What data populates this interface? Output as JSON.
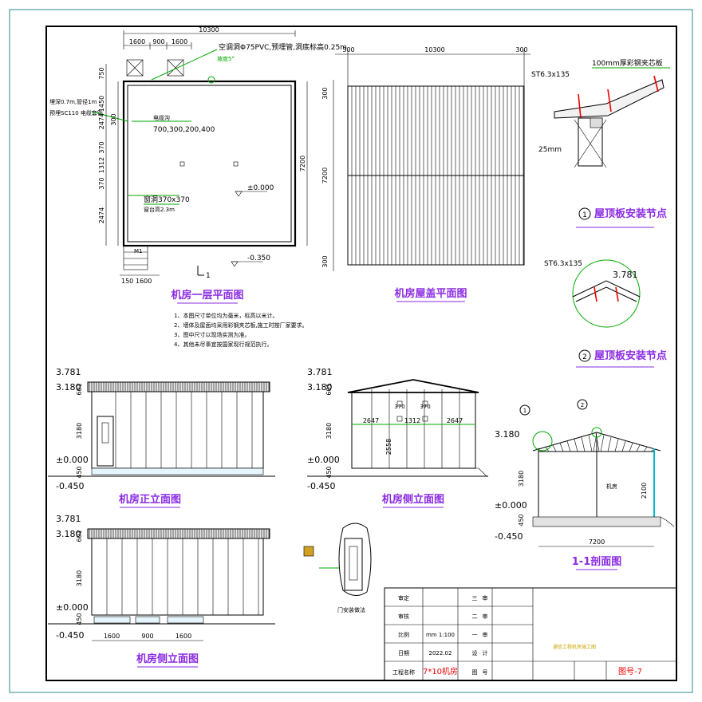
{
  "plan": {
    "title": "机房一层平面图",
    "dim_total": "10300",
    "dim_segments": [
      "1600",
      "900",
      "1600"
    ],
    "dim_left": [
      "750",
      "1450",
      "300",
      "2474",
      "370",
      "1312",
      "370",
      "2474"
    ],
    "dim_right": "7200",
    "dim_bottom": [
      "150",
      "1600"
    ],
    "note_pipe": "空调洞Φ75PVC,预埋管,洞底标高0.25m",
    "note_slope": "坡度5°",
    "note_left1": "埋深0.7m,管径1m",
    "note_left2": "预埋SC110 电缆套管",
    "note_pit1": "电缆沟",
    "note_pit2": "700,300,200,400",
    "note_opening1": "窗洞370x370",
    "note_opening2": "窗台高2.3m",
    "level_zero": "±0.000",
    "level_minus": "-0.350",
    "section_mark": "1",
    "door_mark": "M1"
  },
  "roof_plan": {
    "title": "机房屋盖平面图",
    "dim_left": "300",
    "dim_mid": "10300",
    "dim_right": "300",
    "dim_v": [
      "300",
      "7200",
      "300"
    ]
  },
  "notes": {
    "items": [
      "1、本图尺寸单位均为毫米，标高以米计。",
      "2、墙体及屋面均采用彩钢夹芯板,施工时按厂家要求。",
      "3、图中尺寸以现场实测为准。",
      "4、其他未尽事宜按国家现行规范执行。"
    ]
  },
  "detail1": {
    "title": "屋顶板安装节点",
    "num": "1",
    "label_top": "100mm厚彩钢夹芯板",
    "screw": "ST6.3x135",
    "label_bot": "25mm"
  },
  "detail2": {
    "title": "屋顶板安装节点",
    "num": "2",
    "screw": "ST6.3x135",
    "elev": "3.781"
  },
  "front_elev": {
    "title": "机房正立面图",
    "levels": [
      "3.781",
      "3.180",
      "±0.000",
      "-0.450"
    ],
    "dims": [
      "601",
      "3180",
      "450"
    ]
  },
  "side_elev": {
    "title": "机房侧立面图",
    "levels": [
      "3.781",
      "3.180",
      "±0.000",
      "-0.450"
    ],
    "dims": [
      "601",
      "3180",
      "450"
    ],
    "h_dims": [
      "2647",
      "370",
      "1312",
      "370",
      "2647"
    ],
    "v_dim": "2558"
  },
  "back_elev": {
    "title": "机房侧立面图",
    "levels": [
      "3.781",
      "3.180",
      "±0.000",
      "-0.450"
    ],
    "dims": [
      "601",
      "3180",
      "450"
    ],
    "bottom_dims": [
      "1600",
      "900",
      "1600"
    ]
  },
  "section": {
    "title": "1-1剖面图",
    "levels": [
      "3.180",
      "±0.000",
      "-0.450"
    ],
    "dims": [
      "3180",
      "450"
    ],
    "width": "7200",
    "h2100": "2100",
    "room": "机房",
    "marks": [
      "1",
      "2"
    ]
  },
  "door_detail": {
    "label": "门安装做法"
  },
  "titleblock": {
    "rows": [
      [
        "审定",
        "",
        "三",
        "审"
      ],
      [
        "审核",
        "",
        "二",
        "审"
      ],
      [
        "比例",
        "mm 1:100",
        "一",
        "审"
      ],
      [
        "日期",
        "2022.02",
        "设",
        "计"
      ],
      [
        "工程名称",
        "7*10机房",
        "图",
        "号"
      ]
    ],
    "project": "7*10机房",
    "sheet_no": "图号-7",
    "right_note": "通信工程机房施工图"
  }
}
